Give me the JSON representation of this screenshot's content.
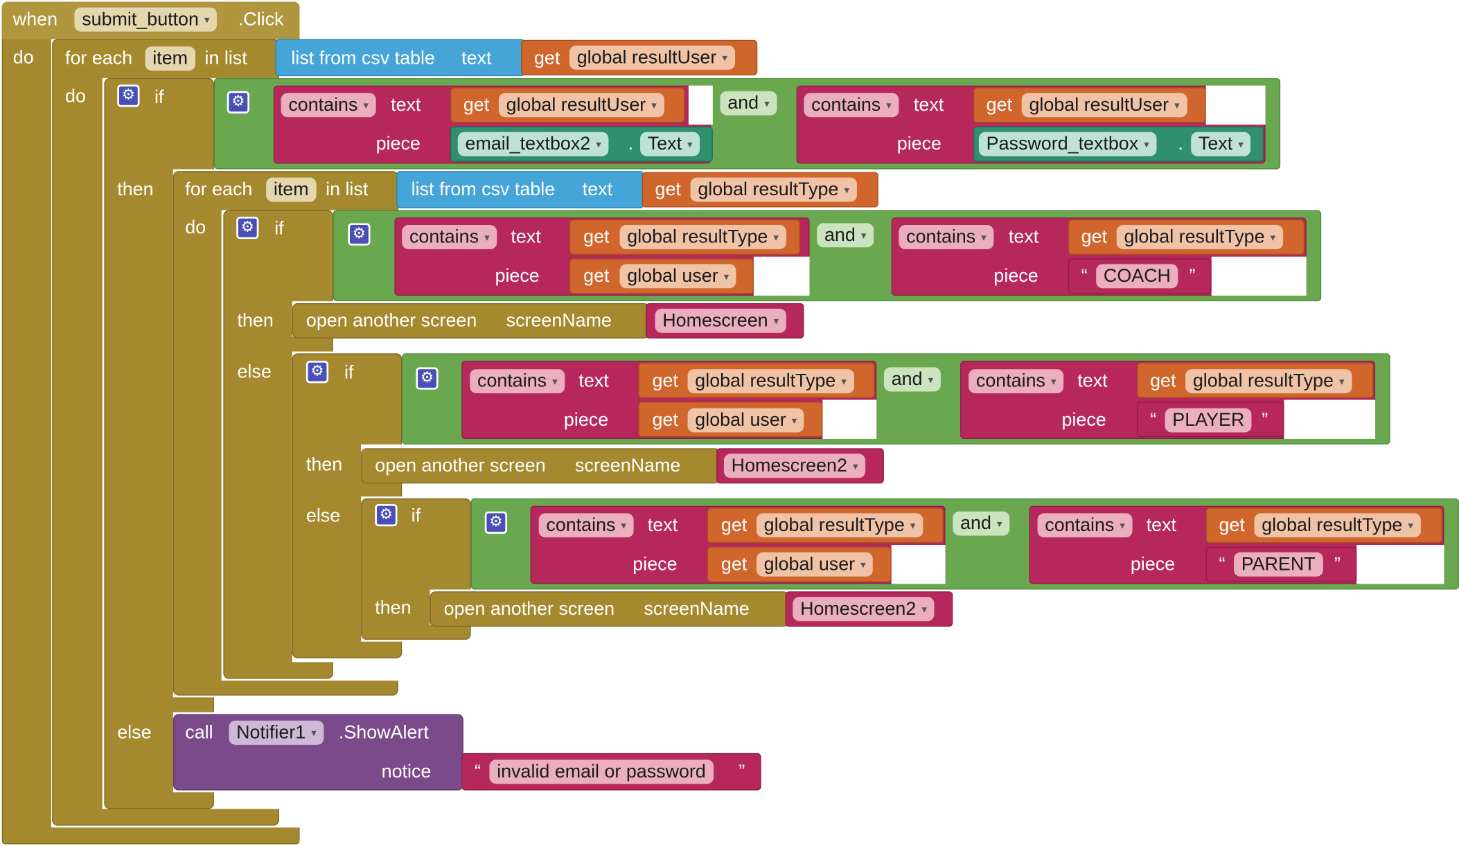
{
  "event": {
    "when": "when",
    "component": "submit_button",
    "event_name": ".Click",
    "do": "do"
  },
  "loop1": {
    "for_each": "for each",
    "var": "item",
    "in_list": "in list",
    "csv": "list from csv table",
    "csv_text": "text",
    "get": "get",
    "source": "global resultUser",
    "do": "do"
  },
  "if1": {
    "if": "if",
    "then": "then",
    "else": "else",
    "and": "and",
    "left": {
      "contains": "contains",
      "text": "text",
      "piece": "piece",
      "get": "get",
      "text_var": "global resultUser",
      "piece_component": "email_textbox2",
      "dot": ".",
      "piece_property": "Text"
    },
    "right": {
      "contains": "contains",
      "text": "text",
      "piece": "piece",
      "get": "get",
      "text_var": "global resultUser",
      "piece_component": "Password_textbox",
      "dot": ".",
      "piece_property": "Text"
    }
  },
  "loop2": {
    "for_each": "for each",
    "var": "item",
    "in_list": "in list",
    "csv": "list from csv table",
    "csv_text": "text",
    "get": "get",
    "source": "global resultType",
    "do": "do"
  },
  "if2": {
    "if": "if",
    "then": "then",
    "else": "else",
    "and": "and",
    "left": {
      "contains": "contains",
      "text": "text",
      "piece": "piece",
      "get_text": "get",
      "text_var": "global resultType",
      "get_piece": "get",
      "piece_var": "global user"
    },
    "right": {
      "contains": "contains",
      "text": "text",
      "piece": "piece",
      "get_text": "get",
      "text_var": "global resultType",
      "open_quote": "“",
      "value": "COACH",
      "close_quote": "”"
    },
    "then_stmt": {
      "label": "open another screen",
      "param": "screenName",
      "value": "Homescreen"
    }
  },
  "if3": {
    "if": "if",
    "then": "then",
    "else": "else",
    "and": "and",
    "left": {
      "contains": "contains",
      "text": "text",
      "piece": "piece",
      "get_text": "get",
      "text_var": "global resultType",
      "get_piece": "get",
      "piece_var": "global user"
    },
    "right": {
      "contains": "contains",
      "text": "text",
      "piece": "piece",
      "get_text": "get",
      "text_var": "global resultType",
      "open_quote": "“",
      "value": "PLAYER",
      "close_quote": "”"
    },
    "then_stmt": {
      "label": "open another screen",
      "param": "screenName",
      "value": "Homescreen2"
    }
  },
  "if4": {
    "if": "if",
    "then": "then",
    "and": "and",
    "left": {
      "contains": "contains",
      "text": "text",
      "piece": "piece",
      "get_text": "get",
      "text_var": "global resultType",
      "get_piece": "get",
      "piece_var": "global user"
    },
    "right": {
      "contains": "contains",
      "text": "text",
      "piece": "piece",
      "get_text": "get",
      "text_var": "global resultType",
      "open_quote": "“",
      "value": "PARENT",
      "close_quote": "”"
    },
    "then_stmt": {
      "label": "open another screen",
      "param": "screenName",
      "value": "Homescreen2"
    }
  },
  "alert": {
    "call": "call",
    "component": "Notifier1",
    "method": ".ShowAlert",
    "param": "notice",
    "open_quote": "“",
    "value": "invalid email or password",
    "close_quote": "”"
  },
  "icons": {
    "mutator": "gear-icon",
    "dropdown": "chevron-down-icon"
  },
  "colors": {
    "control": "#a5892f",
    "logic": "#6aa84f",
    "text": "#b6285c",
    "variable": "#d0662c",
    "list": "#45a5d8",
    "component": "#2f8f6e",
    "procedure": "#7a4a8a",
    "mutator": "#4a4fb5"
  }
}
